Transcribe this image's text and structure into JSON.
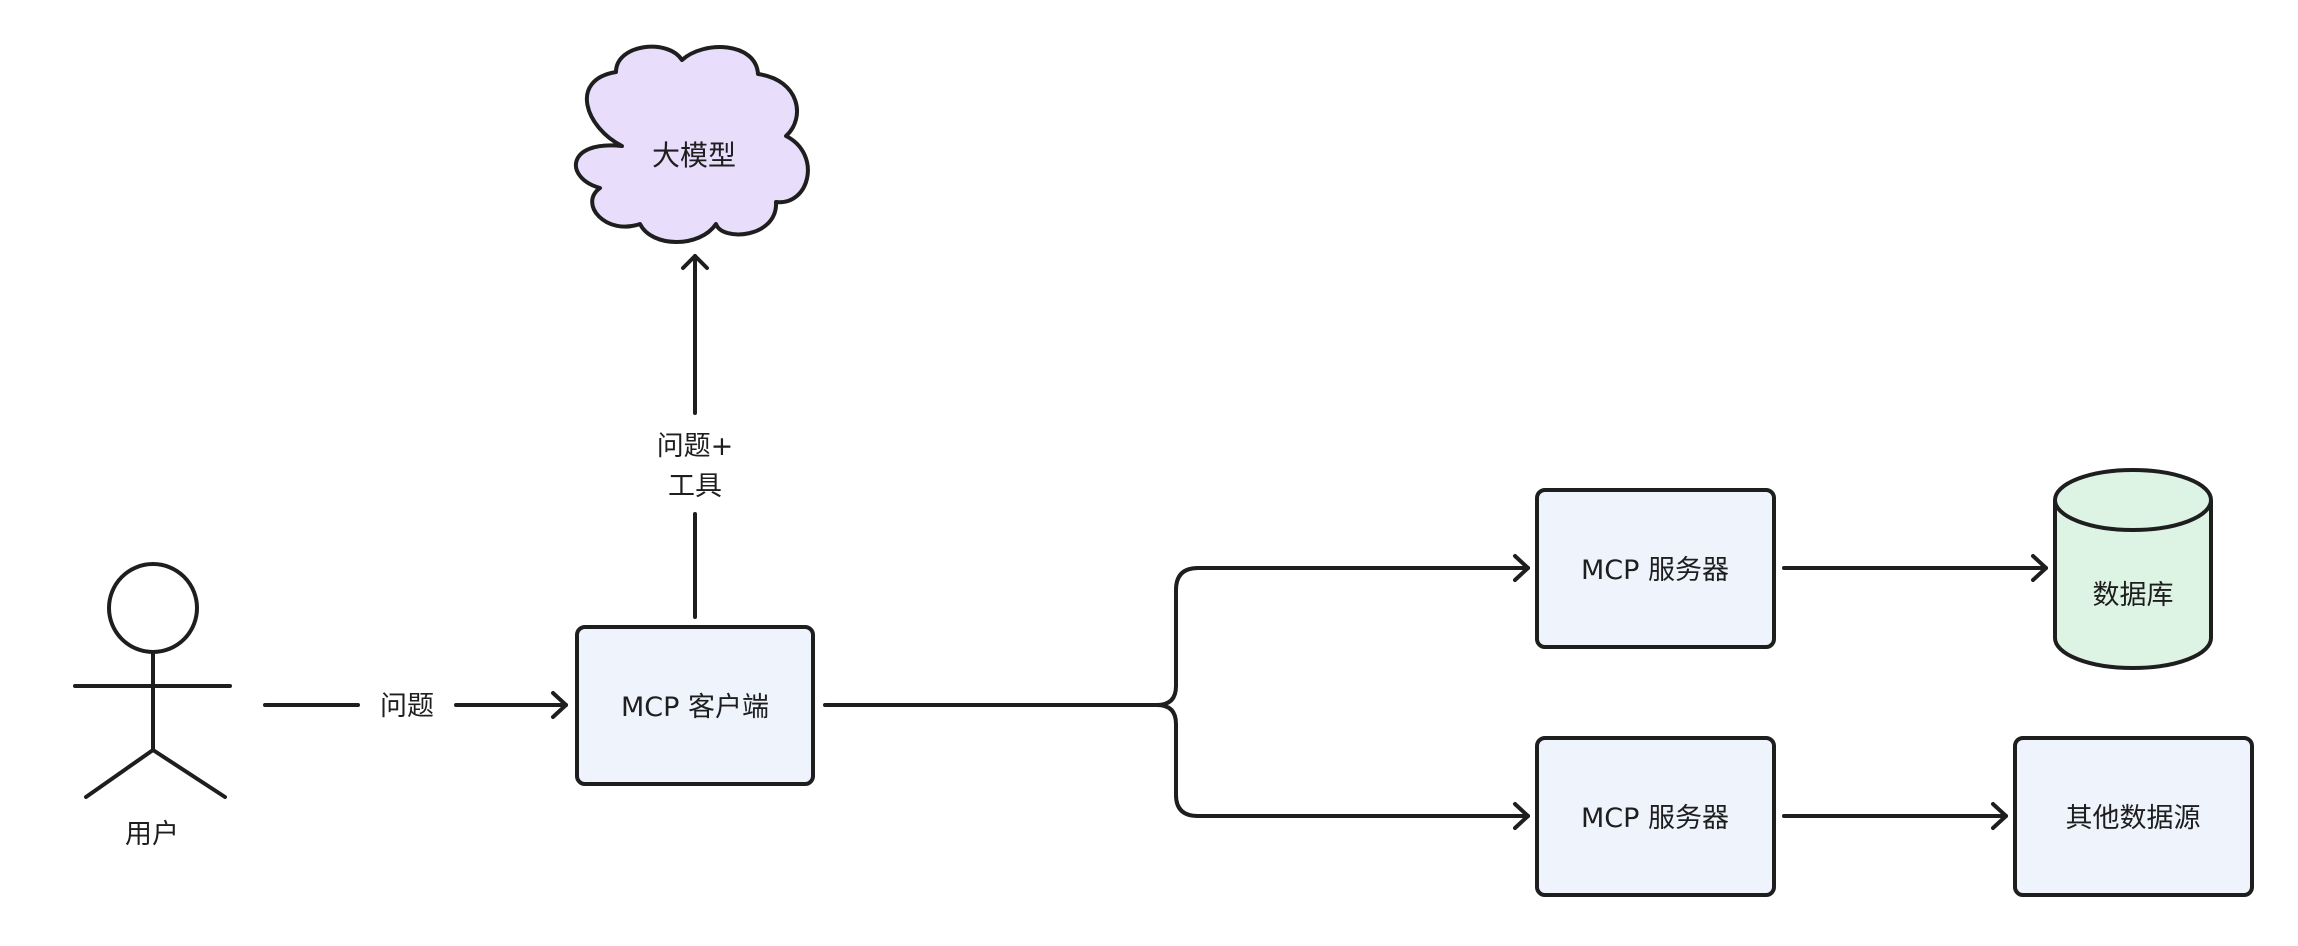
{
  "diagram": {
    "user_label": "用户",
    "cloud_label": "大模型",
    "edge_user_client": "问题",
    "edge_client_llm_line1": "问题+",
    "edge_client_llm_line2": "工具",
    "client_label": "MCP 客户端",
    "server_top_label": "MCP 服务器",
    "server_bottom_label": "MCP 服务器",
    "database_label": "数据库",
    "other_sources_label": "其他数据源",
    "colors": {
      "stroke": "#1e1e1e",
      "box_fill": "#eef3fc",
      "cloud_fill": "#e8ddfb",
      "database_fill": "#ddf4e5"
    }
  }
}
